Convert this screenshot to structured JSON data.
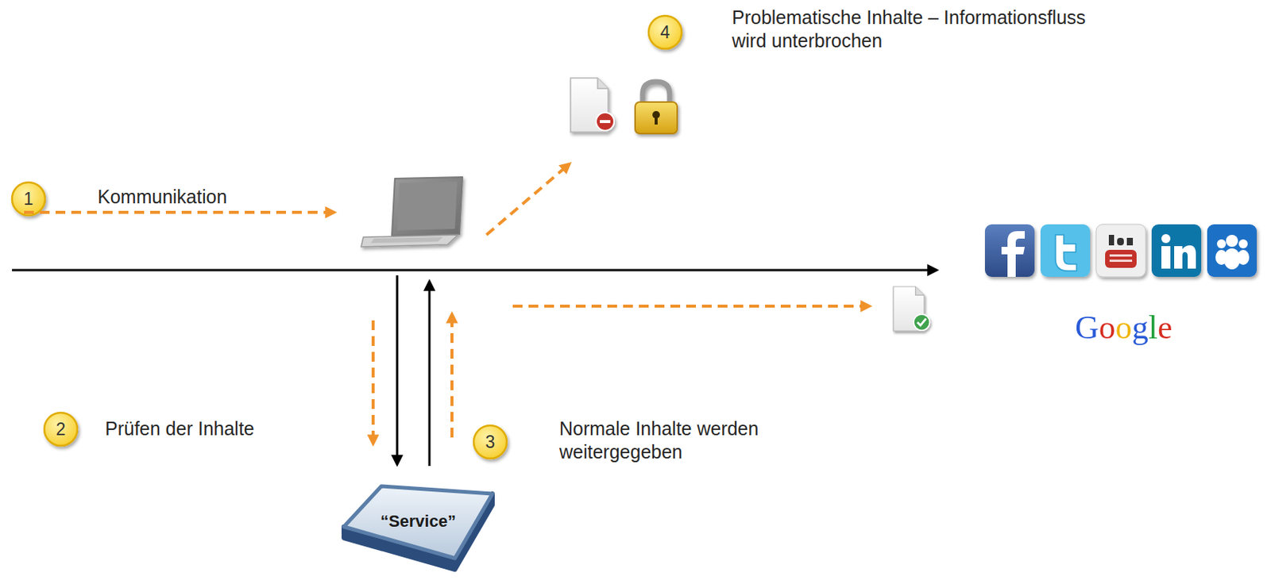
{
  "diagram": {
    "nodes": [
      {
        "text": [
          "“Service”"
        ]
      }
    ],
    "labels": [
      "4",
      "Problematische Inhalte – Informationsfluss wird unterbrochen",
      "1",
      "Kommunikation",
      "Google",
      "2",
      "Prüfen der Inhalte",
      "3",
      "Normale Inhalte werden weitergegeben"
    ]
  }
}
